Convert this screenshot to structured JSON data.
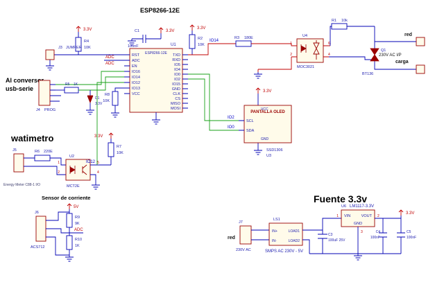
{
  "titles": {
    "esp": "ESP8266-12E",
    "usb1": "Al conversor",
    "usb2": "usb-serie",
    "watimetro": "watimetro",
    "sensor": "Sensor de corriente",
    "fuente": "Fuente 3.3v"
  },
  "nets": {
    "v33": "3.3V",
    "v5": "5V",
    "adc": "ADC",
    "io14": "IO14",
    "io12": "IO12",
    "io2": "IO2",
    "io0": "IO0"
  },
  "esp": {
    "ref": "U1",
    "value": "ESP8266-12E",
    "left_pins": [
      "RST",
      "ADC",
      "EN",
      "IO16",
      "IO14",
      "IO12",
      "IO13",
      "VCC"
    ],
    "right_pins": [
      "TXD",
      "RXD",
      "IO5",
      "IO4",
      "IO0",
      "IO2",
      "IO15",
      "GND",
      "CLK",
      "CS",
      "MISO",
      "MOSI"
    ]
  },
  "parts": {
    "r1": {
      "ref": "R1",
      "value": "10k"
    },
    "r2": {
      "ref": "R2",
      "value": "10K"
    },
    "r3": {
      "ref": "R3",
      "value": "180E"
    },
    "r4": {
      "ref": "R4",
      "value": "10K"
    },
    "r5": {
      "ref": "R5",
      "value": "1K"
    },
    "r6": {
      "ref": "R6",
      "value": "220E"
    },
    "r7": {
      "ref": "R7",
      "value": "10K"
    },
    "r8": {
      "ref": "R8",
      "value": "10K"
    },
    "r9": {
      "ref": "R9",
      "value": "9K"
    },
    "r10": {
      "ref": "R10",
      "value": "1K"
    },
    "c1": {
      "ref": "C1",
      "value": "100nF"
    },
    "c3": {
      "ref": "C3",
      "value": "100uF 25V"
    },
    "c4": {
      "ref": "C4",
      "value": "100nF"
    },
    "c5": {
      "ref": "C5",
      "value": "100nF"
    },
    "d1": {
      "ref": "D1",
      "value": "3.3V"
    },
    "j3": {
      "ref": "J3",
      "value": "JUMPER"
    },
    "j4": {
      "ref": "J4",
      "value": "PROG"
    },
    "j5": {
      "ref": "J5",
      "value": "Energy Meter C88-1 I/O"
    },
    "j6": {
      "ref": "J6",
      "value": "ACS712"
    },
    "j7": {
      "ref": "J7",
      "value": "230V AC"
    },
    "moc": {
      "ref": "U4",
      "value": "MOC3021",
      "pins": [
        "1",
        "2",
        "6",
        "4"
      ]
    },
    "mct": {
      "ref": "U2",
      "value": "MCT2E",
      "pins": [
        "1",
        "2",
        "5",
        "4"
      ]
    },
    "q1": {
      "ref": "Q1",
      "value": "BT136"
    },
    "oled": {
      "ref": "U3",
      "value": "SSD1306",
      "title": "PANTALLA OLED",
      "scl": "SCL",
      "sda": "SDA",
      "vcc": "VCC",
      "gnd": "GND"
    },
    "smps": {
      "ref": "LS1",
      "value": "SMPS AC 230V - 5V",
      "in1": "IN+",
      "in2": "IN-",
      "out1": "LOAD1",
      "out2": "LOAD2"
    },
    "reg": {
      "ref": "U6",
      "value": "LM1117-3.3V",
      "vin": "VIN",
      "vout": "VOUT",
      "gnd": "GND",
      "pins": [
        "1",
        "2",
        "3"
      ]
    }
  },
  "mains": {
    "red": "red",
    "line": "230V AC I/P",
    "load": "carga"
  },
  "fuente_in": {
    "red": "red"
  },
  "colors": {
    "component": "#9a0000",
    "wire_blue": "#0000b4",
    "wire_green": "#18a018",
    "wire_red": "#c00000",
    "net_text": "#0000c8",
    "power_text": "#c00000"
  }
}
